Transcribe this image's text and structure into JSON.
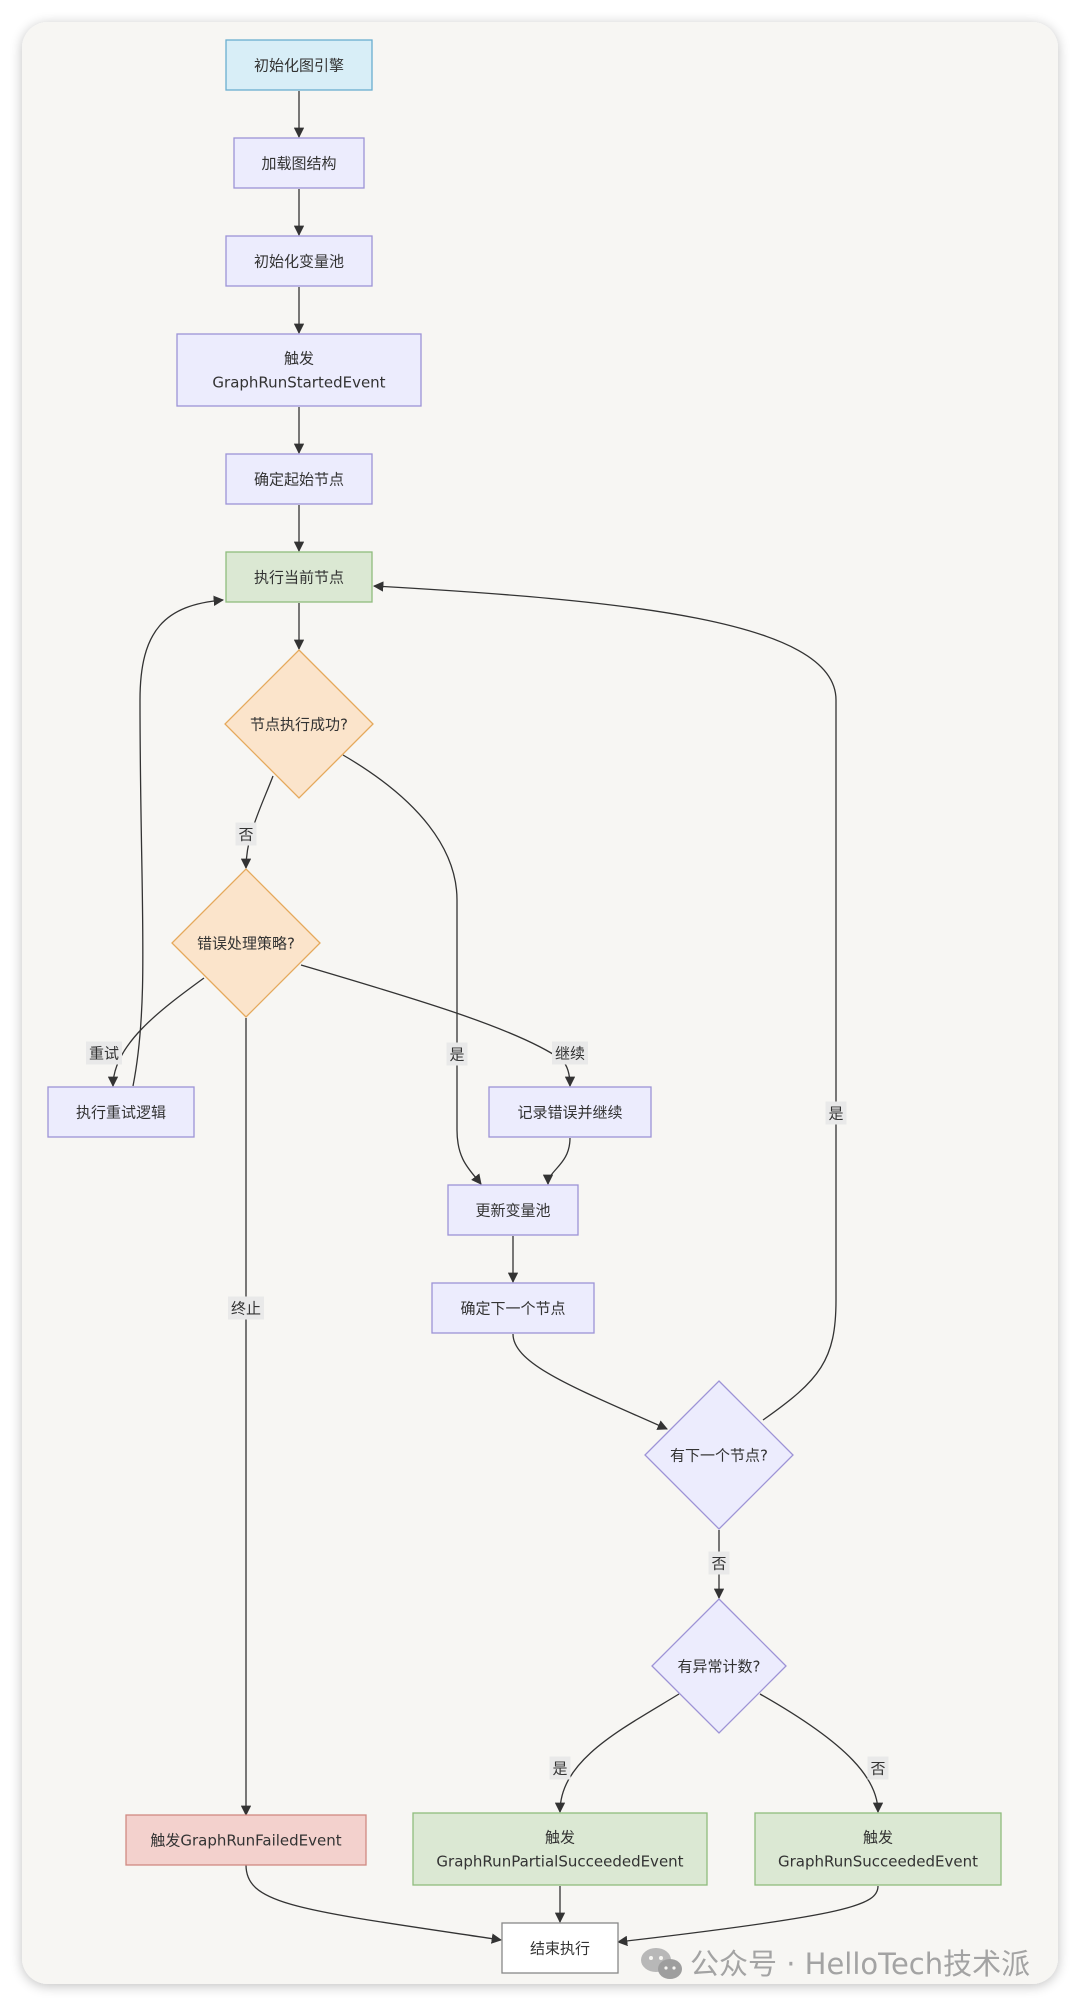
{
  "nodes": [
    {
      "id": "init_engine",
      "label": [
        "初始化图引擎"
      ],
      "shape": "rect",
      "fill": "#d8eef7",
      "stroke": "#6aaecf"
    },
    {
      "id": "load_graph",
      "label": [
        "加载图结构"
      ],
      "shape": "rect",
      "fill": "#ececfd",
      "stroke": "#9d93d6"
    },
    {
      "id": "init_pool",
      "label": [
        "初始化变量池"
      ],
      "shape": "rect",
      "fill": "#ececfd",
      "stroke": "#9d93d6"
    },
    {
      "id": "fire_started",
      "label": [
        "触发",
        "GraphRunStartedEvent"
      ],
      "shape": "rect",
      "fill": "#ececfd",
      "stroke": "#9d93d6"
    },
    {
      "id": "start_node",
      "label": [
        "确定起始节点"
      ],
      "shape": "rect",
      "fill": "#ececfd",
      "stroke": "#9d93d6"
    },
    {
      "id": "exec_node",
      "label": [
        "执行当前节点"
      ],
      "shape": "rect",
      "fill": "#dbe8d3",
      "stroke": "#8fbd7d"
    },
    {
      "id": "success_q",
      "label": [
        "节点执行成功?"
      ],
      "shape": "diamond",
      "fill": "#fbe4cb",
      "stroke": "#e5a95c"
    },
    {
      "id": "policy_q",
      "label": [
        "错误处理策略?"
      ],
      "shape": "diamond",
      "fill": "#fbe4cb",
      "stroke": "#e5a95c"
    },
    {
      "id": "retry",
      "label": [
        "执行重试逻辑"
      ],
      "shape": "rect",
      "fill": "#ececfd",
      "stroke": "#9d93d6"
    },
    {
      "id": "log_continue",
      "label": [
        "记录错误并继续"
      ],
      "shape": "rect",
      "fill": "#ececfd",
      "stroke": "#9d93d6"
    },
    {
      "id": "update_pool",
      "label": [
        "更新变量池"
      ],
      "shape": "rect",
      "fill": "#ececfd",
      "stroke": "#9d93d6"
    },
    {
      "id": "next_node",
      "label": [
        "确定下一个节点"
      ],
      "shape": "rect",
      "fill": "#ececfd",
      "stroke": "#9d93d6"
    },
    {
      "id": "has_next_q",
      "label": [
        "有下一个节点?"
      ],
      "shape": "diamond",
      "fill": "#ececfd",
      "stroke": "#9d93d6"
    },
    {
      "id": "err_count_q",
      "label": [
        "有异常计数?"
      ],
      "shape": "diamond",
      "fill": "#ececfd",
      "stroke": "#9d93d6"
    },
    {
      "id": "fire_failed",
      "label": [
        "触发GraphRunFailedEvent"
      ],
      "shape": "rect",
      "fill": "#f3d1cd",
      "stroke": "#d08a82"
    },
    {
      "id": "fire_partial",
      "label": [
        "触发",
        "GraphRunPartialSucceededEvent"
      ],
      "shape": "rect",
      "fill": "#dbe8d3",
      "stroke": "#8fbd7d"
    },
    {
      "id": "fire_succeeded",
      "label": [
        "触发",
        "GraphRunSucceededEvent"
      ],
      "shape": "rect",
      "fill": "#dbe8d3",
      "stroke": "#8fbd7d"
    },
    {
      "id": "end_exec",
      "label": [
        "结束执行"
      ],
      "shape": "rect",
      "fill": "#ffffff",
      "stroke": "#888888"
    }
  ],
  "edges": [
    {
      "from": "init_engine",
      "to": "load_graph",
      "label": ""
    },
    {
      "from": "load_graph",
      "to": "init_pool",
      "label": ""
    },
    {
      "from": "init_pool",
      "to": "fire_started",
      "label": ""
    },
    {
      "from": "fire_started",
      "to": "start_node",
      "label": ""
    },
    {
      "from": "start_node",
      "to": "exec_node",
      "label": ""
    },
    {
      "from": "exec_node",
      "to": "success_q",
      "label": ""
    },
    {
      "from": "success_q",
      "to": "policy_q",
      "label": "否"
    },
    {
      "from": "success_q",
      "to": "update_pool",
      "label": "是"
    },
    {
      "from": "policy_q",
      "to": "retry",
      "label": "重试"
    },
    {
      "from": "policy_q",
      "to": "log_continue",
      "label": "继续"
    },
    {
      "from": "policy_q",
      "to": "fire_failed",
      "label": "终止"
    },
    {
      "from": "retry",
      "to": "exec_node",
      "label": ""
    },
    {
      "from": "log_continue",
      "to": "update_pool",
      "label": ""
    },
    {
      "from": "update_pool",
      "to": "next_node",
      "label": ""
    },
    {
      "from": "next_node",
      "to": "has_next_q",
      "label": ""
    },
    {
      "from": "has_next_q",
      "to": "exec_node",
      "label": "是"
    },
    {
      "from": "has_next_q",
      "to": "err_count_q",
      "label": "否"
    },
    {
      "from": "err_count_q",
      "to": "fire_partial",
      "label": "是"
    },
    {
      "from": "err_count_q",
      "to": "fire_succeeded",
      "label": "否"
    },
    {
      "from": "fire_failed",
      "to": "end_exec",
      "label": ""
    },
    {
      "from": "fire_partial",
      "to": "end_exec",
      "label": ""
    },
    {
      "from": "fire_succeeded",
      "to": "end_exec",
      "label": ""
    }
  ],
  "watermark": {
    "text": "公众号 · HelloTech技术派",
    "icon": "wechat-icon"
  },
  "colors": {
    "background": "#f7f6f3",
    "edge": "#333333",
    "label_bg": "#e9e9e9"
  }
}
